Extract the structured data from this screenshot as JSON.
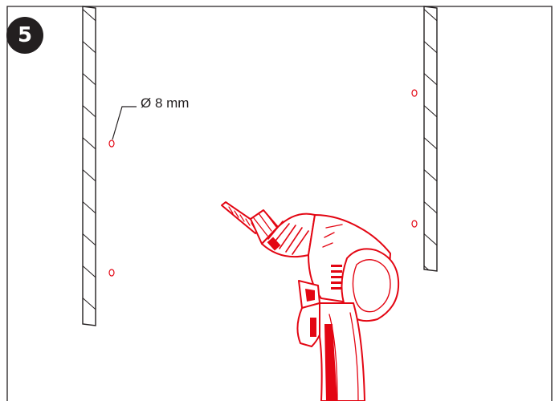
{
  "step": {
    "number": "5"
  },
  "annotation": {
    "hole_diameter": "Ø 8 mm"
  },
  "colors": {
    "line": "#231f20",
    "accent": "#e30613",
    "background": "#ffffff"
  },
  "parts": {
    "left_panel": {
      "holes": 2
    },
    "right_panel": {
      "holes": 2
    },
    "tool": "drill-icon"
  }
}
